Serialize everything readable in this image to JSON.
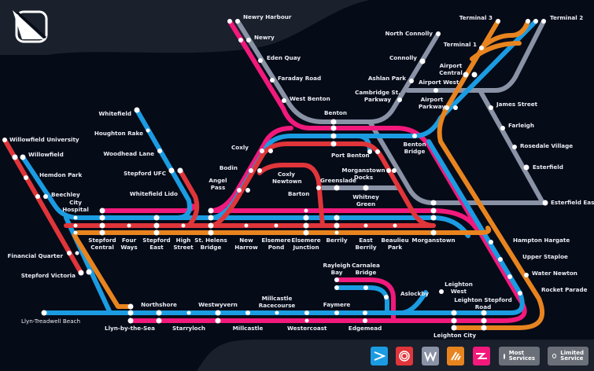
{
  "colors": {
    "background": "#060b18",
    "panel": "#1a202c",
    "blue": "#1b9ce2",
    "red": "#e0353a",
    "pink": "#f2197c",
    "orange": "#e8841f",
    "grey": "#8a92a6"
  },
  "logo": {
    "icon": "stylised-wing-logo"
  },
  "stations": {
    "newry_harbour": "Newry Harbour",
    "newry": "Newry",
    "eden_quay": "Eden Quay",
    "faraday_road": "Faraday Road",
    "west_benton": "West Benton",
    "whitefield": "Whitefield",
    "houghton_rake": "Houghton Rake",
    "woodhead_lane": "Woodhead Lane",
    "stepford_ufc": "Stepford UFC",
    "whitefield_lido": "Whitefield Lido",
    "willowfield_university": "Willowfield University",
    "willowfield": "Willowfield",
    "hemdon_park": "Hemdon Park",
    "beechley": "Beechley",
    "city_hospital": "City Hospital",
    "financial_quarter": "Financial Quarter",
    "stepford_victoria": "Stepford Victoria",
    "llyn_treadwell_beach": "Llyn-Treadwell Beach",
    "coxly": "Coxly",
    "bodin": "Bodin",
    "angel_pass": "Angel Pass",
    "coxly_newtown": "Coxly Newtown",
    "barton": "Barton",
    "benton": "Benton",
    "port_benton": "Port Benton",
    "morganstown_docks": "Morganstown Docks",
    "greenslade": "Greenslade",
    "whitney_green": "Whitney Green",
    "benton_bridge": "Benton Bridge",
    "north_connolly": "North Connolly",
    "connolly": "Connolly",
    "ashlan_park": "Ashlan Park",
    "cambridge_st_parkway": "Cambridge St. Parkway",
    "airport_west": "Airport West",
    "airport_parkway": "Airport Parkway",
    "airport_central": "Airport Central",
    "terminal_1": "Terminal 1",
    "terminal_3": "Terminal 3",
    "terminal_2": "Terminal 2",
    "james_street": "James Street",
    "farleigh": "Farleigh",
    "rosedale_village": "Rosedale Village",
    "esterfield": "Esterfield",
    "esterfield_east": "Esterfield East",
    "stepford_central": "Stepford Central",
    "four_ways": "Four Ways",
    "stepford_east": "Stepford East",
    "high_street": "High Street",
    "st_helens_bridge": "St. Helens Bridge",
    "new_harrow": "New Harrow",
    "elsemere_pond": "Elsemere Pond",
    "elsemere_junction": "Elsemere Junction",
    "berrily": "Berrily",
    "east_berrily": "East Berrily",
    "beaulieu_park": "Beaulieu Park",
    "morganstown": "Morganstown",
    "hampton_hargate": "Hampton Hargate",
    "upper_staploe": "Upper Staploe",
    "water_newton": "Water Newton",
    "rocket_parade": "Rocket Parade",
    "rayleigh_bay": "Rayleigh Bay",
    "carnalea_bridge": "Carnalea Bridge",
    "aslockby": "Aslockby",
    "leighton_west": "Leighton West",
    "leighton_stepford_road": "Leighton Stepford Road",
    "leighton_city": "Leighton City",
    "faymere": "Faymere",
    "edgemead": "Edgemead",
    "westercoast": "Westercoast",
    "millcastle": "Millcastle",
    "millcastle_racecourse": "Millcastle Racecourse",
    "westwyvern": "Westwyvern",
    "starryloch": "Starryloch",
    "northshore": "Northshore",
    "llyn_by_the_sea": "Llyn-by-the-Sea"
  },
  "legend": {
    "operators": [
      {
        "icon": "chevron-right-icon",
        "color": "#1b9ce2"
      },
      {
        "icon": "concentric-circle-icon",
        "color": "#e0353a"
      },
      {
        "icon": "w-letter-icon",
        "color": "#8a92a6"
      },
      {
        "icon": "slash-stripes-icon",
        "color": "#e8841f"
      },
      {
        "icon": "double-rail-icon",
        "color": "#f2197c"
      }
    ],
    "most_services": "Most Services",
    "limited_service": "Limited Service"
  }
}
